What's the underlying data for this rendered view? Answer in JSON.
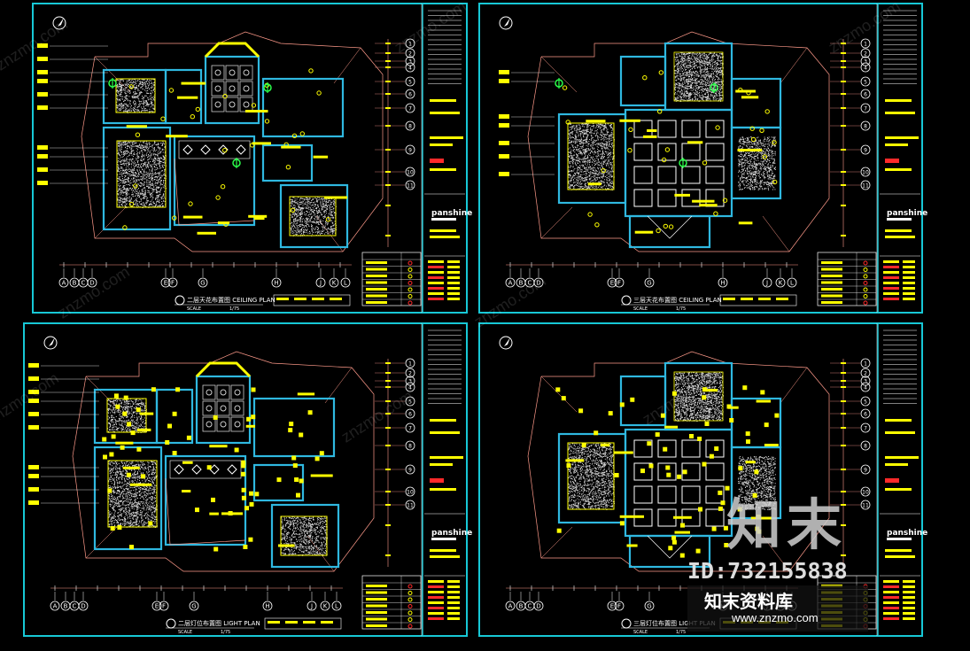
{
  "colors": {
    "background": "#000000",
    "frame": "#17c8d6",
    "wall": "#2fb8e0",
    "fill": "#ffff00",
    "line": "#ff9a8a",
    "green": "#2bff4a",
    "white": "#ffffff",
    "red": "#ff2a2a"
  },
  "sheets": [
    {
      "title": "二层天花布置图 CEILING PLAN",
      "scale_label": "SCALE",
      "scale_value": "1/75",
      "brand": "panshine",
      "variant": "ceiling"
    },
    {
      "title": "三层天花布置图 CEILING PLAN",
      "scale_label": "SCALE",
      "scale_value": "1/75",
      "brand": "panshine",
      "variant": "ceiling2"
    },
    {
      "title": "二层灯位布置图 LIGHT PLAN",
      "scale_label": "SCALE",
      "scale_value": "1/75",
      "brand": "panshine",
      "variant": "light"
    },
    {
      "title": "三层灯位布置图 LIGHT PLAN",
      "scale_label": "SCALE",
      "scale_value": "1/75",
      "brand": "panshine",
      "variant": "light2"
    }
  ],
  "grid_letters": [
    "A",
    "B",
    "C",
    "D",
    "E",
    "F",
    "G",
    "H",
    "J",
    "K",
    "L"
  ],
  "grid_numbers": [
    "1",
    "2",
    "3",
    "4",
    "5",
    "6",
    "7",
    "8",
    "9",
    "10",
    "11"
  ],
  "watermark": {
    "brand_chars": "知末",
    "id": "ID:732155838",
    "site_name": "知末资料库",
    "url": "www.znzmo.com",
    "tile": "znzmo.com"
  }
}
